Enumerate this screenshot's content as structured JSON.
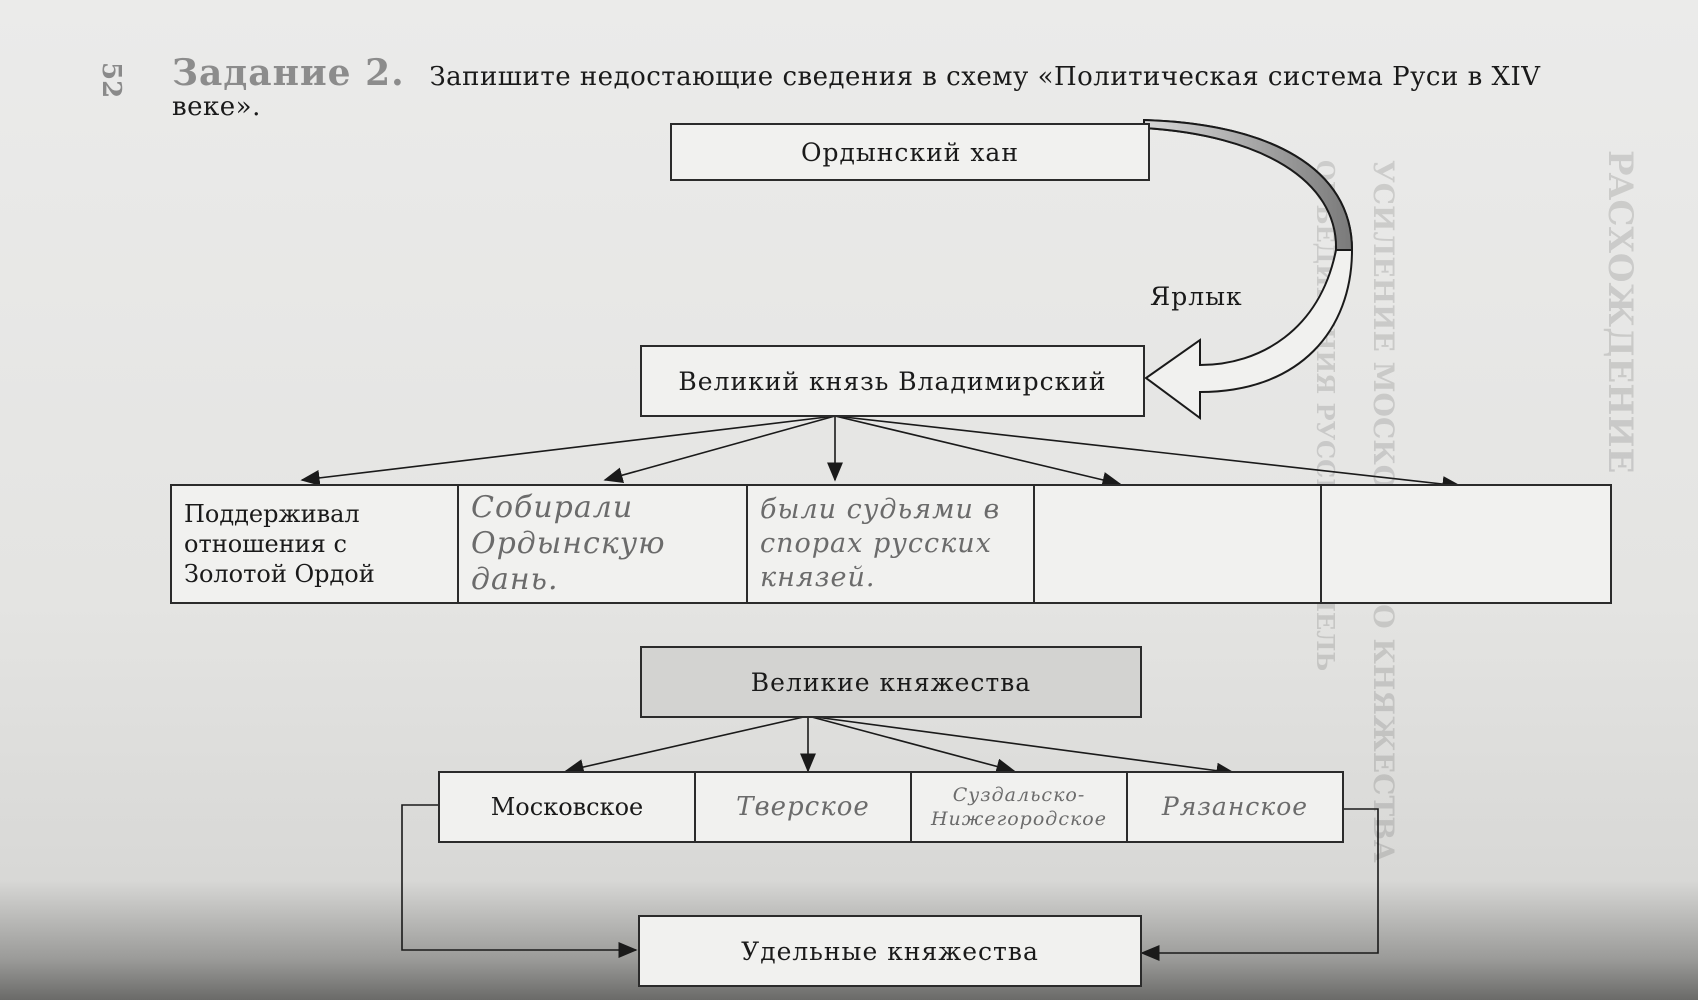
{
  "page_number": "52",
  "task": {
    "label": "Задание 2.",
    "text": "Запишите недостающие сведения в схему «Политическая система Руси в XIV веке»."
  },
  "diagram": {
    "khan": "Ордынский хан",
    "yarlyk": "Ярлык",
    "grand_prince": "Великий князь Владимирский",
    "functions": [
      "Поддерживал отношения с Золотой Ордой",
      "Собирали Ордынскую дань.",
      "были судьями в спорах русских князей.",
      "",
      ""
    ],
    "grand_principalities": "Великие княжества",
    "principalities": [
      "Московское",
      "Тверское",
      "Суздальско-Нижегородское",
      "Рязанское"
    ],
    "appanage": "Удельные княжества"
  },
  "colors": {
    "paper": "#e6e6e4",
    "box_fill": "#f1f1ef",
    "box_grey": "#d3d3d1",
    "ink": "#1a1a1a",
    "handwriting": "#6b6b6b"
  }
}
